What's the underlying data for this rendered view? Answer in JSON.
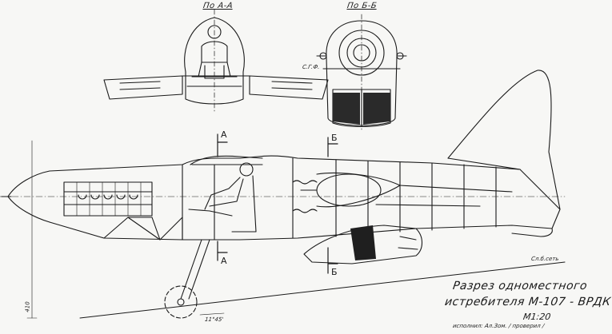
{
  "sections": {
    "a_title": "По А-А",
    "b_title": "По Б-Б"
  },
  "cut_labels": {
    "a_top": "А",
    "a_bottom": "А",
    "b_top": "Б",
    "b_bottom": "Б"
  },
  "annotations": {
    "sg_label": "С.Г.Ф.",
    "angle_label": "11°45'",
    "height_label": "410",
    "slope_label": "Сл.б.сеть"
  },
  "title_block": {
    "line1": "Разрез одноместного",
    "line2": "истребителя М-107 - ВРДК",
    "scale": "М1:20",
    "credits": "исполнил: Ал.Зом. / проверил / "
  }
}
